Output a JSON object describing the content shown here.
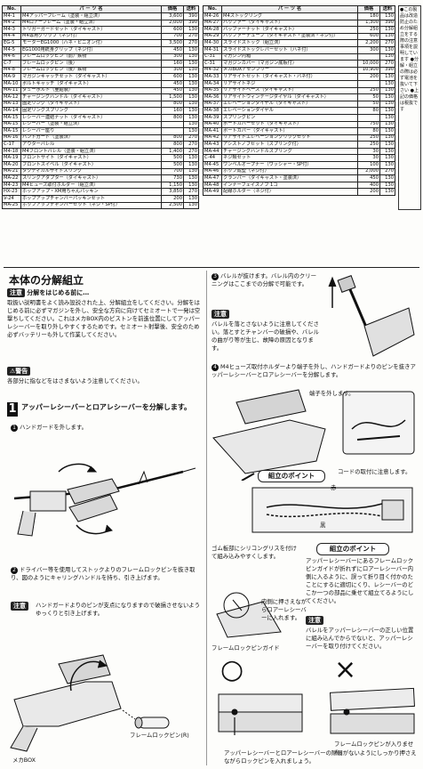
{
  "table_header": {
    "no": "No.",
    "name": "パ ー ツ 名",
    "price": "価格",
    "qty": "送料"
  },
  "parts_left": [
    {
      "no": "M4-1",
      "name": "M4アッパーフレーム（塗装・組立済）",
      "price": "3,600",
      "qty": "390"
    },
    {
      "no": "M4-2",
      "name": "M4ロアーフレーム（塗装・組立済）",
      "price": "2,000",
      "qty": "390"
    },
    {
      "no": "M4-3",
      "name": "トリガーガードセット（ダイキャスト）",
      "price": "600",
      "qty": "130"
    },
    {
      "no": "M4-4",
      "name": "M4専用グリップ（ネジ付）",
      "price": "700",
      "qty": "270"
    },
    {
      "no": "EG-5",
      "name": "モーターEG1000（ハネ・ピニオン付）",
      "price": "3,500",
      "qty": "270"
    },
    {
      "no": "M4-5",
      "name": "EG1000用銃身グリップ（ネジ付）",
      "price": "450",
      "qty": "130"
    },
    {
      "no": "M4-6",
      "name": "フレームロックピン（前）鉄物",
      "price": "300",
      "qty": "130"
    },
    {
      "no": "C-7",
      "name": "フレームロックピン（後）",
      "price": "160",
      "qty": "130"
    },
    {
      "no": "M4-8",
      "name": "フレームロックピン（後）鉄物",
      "price": "300",
      "qty": "130"
    },
    {
      "no": "MA-9",
      "name": "マガジンキャッチセット（ダイキャスト）",
      "price": "600",
      "qty": "130"
    },
    {
      "no": "MA-10",
      "name": "ボルトキャッチ（ダイキャスト）",
      "price": "450",
      "qty": "130"
    },
    {
      "no": "MA-11",
      "name": "ダミーボルト（亜鉛製）",
      "price": "450",
      "qty": "130"
    },
    {
      "no": "MA-12",
      "name": "チャージングハンドル（ダイキャスト）",
      "price": "1,500",
      "qty": "130"
    },
    {
      "no": "MA-13",
      "name": "固定リング（ダイキャスト）",
      "price": "800",
      "qty": "130"
    },
    {
      "no": "MA-14",
      "name": "固定リングスプリング",
      "price": "160",
      "qty": "130"
    },
    {
      "no": "MA-15",
      "name": "レシーバー連結ナット（ダイキャスト）",
      "price": "800",
      "qty": "130"
    },
    {
      "no": "MA-15",
      "name": "レシーバー（塗装・組立済）",
      "price": "",
      "qty": "130"
    },
    {
      "no": "MA-15",
      "name": "レシーバー座り",
      "price": "",
      "qty": "130"
    },
    {
      "no": "MA-16",
      "name": "ハンドガード（塗装済）",
      "price": "800",
      "qty": "270"
    },
    {
      "no": "C-17",
      "name": "アウターバレル",
      "price": "800",
      "qty": "270"
    },
    {
      "no": "M4-18",
      "name": "M4フロントバレル（塗装・組立済）",
      "price": "1,400",
      "qty": "270"
    },
    {
      "no": "MA-19",
      "name": "フロントサイト（ダイキャスト）",
      "price": "500",
      "qty": "130"
    },
    {
      "no": "MA-20",
      "name": "フロントスイベル（ダイキャスト）",
      "price": "500",
      "qty": "130"
    },
    {
      "no": "MA-21",
      "name": "タクティカルサイドスリング",
      "price": "700",
      "qty": "130"
    },
    {
      "no": "MA-22",
      "name": "スリングアダプター（ダイキャスト）",
      "price": "730",
      "qty": "130"
    },
    {
      "no": "M4-23",
      "name": "M4ヒューズ取付ホルダー（組立済）",
      "price": "1,150",
      "qty": "130"
    },
    {
      "no": "HX-23",
      "name": "ホップアップ・XM用ちゃんパッキン",
      "price": "3,850",
      "qty": "270"
    },
    {
      "no": "V-24",
      "name": "ホップアップチャンバーパッキンセット",
      "price": "200",
      "qty": "130"
    },
    {
      "no": "MA-25",
      "name": "ホップアップチャンバーセット（ネジ・SP付）",
      "price": "2,500",
      "qty": "130"
    }
  ],
  "parts_right": [
    {
      "no": "M4-26",
      "name": "M4ストックリング",
      "price": "180",
      "qty": "130"
    },
    {
      "no": "MA-27",
      "name": "バッファー（ダイキャスト）",
      "price": "1,300",
      "qty": "390"
    },
    {
      "no": "MA-28",
      "name": "バッファーナット（ダイキャスト）",
      "price": "250",
      "qty": "130"
    },
    {
      "no": "MA-29",
      "name": "バッファーチューブ（ダイキャスト・塗装済・ネジ付）",
      "price": "600",
      "qty": "130"
    },
    {
      "no": "M4-30",
      "name": "スライドストック（組立済）",
      "price": "2,200",
      "qty": "270"
    },
    {
      "no": "M4-31",
      "name": "スライドストックレバーセット（ハネ付）",
      "price": "300",
      "qty": "130"
    },
    {
      "no": "C-31",
      "name": "マガジン内箱",
      "price": "",
      "qty": "130"
    },
    {
      "no": "C-31",
      "name": "マガジンカバー（マガジン底板付）",
      "price": "10,000",
      "qty": "270"
    },
    {
      "no": "M4-32",
      "name": "メカBOXアセンブリー",
      "price": "10,900",
      "qty": "390"
    },
    {
      "no": "MA-33",
      "name": "リアサイトセット（ダイキャスト・バネ付）",
      "price": "200",
      "qty": "130"
    },
    {
      "no": "MA-34",
      "name": "リアサイトネジ",
      "price": "",
      "qty": "130"
    },
    {
      "no": "MA-35",
      "name": "リアサイトベース（ダイキャスト）",
      "price": "250",
      "qty": "130"
    },
    {
      "no": "MA-36",
      "name": "リアサイトウィンテージダイヤル（ダイキャスト）",
      "price": "50",
      "qty": "130"
    },
    {
      "no": "MA-37",
      "name": "エレベーションダイヤル（ダイキャスト）",
      "price": "50",
      "qty": "130"
    },
    {
      "no": "MA-38",
      "name": "エレベーションダイヤル",
      "price": "80",
      "qty": "130"
    },
    {
      "no": "MA-39",
      "name": "スプリングピン",
      "price": "",
      "qty": "130"
    },
    {
      "no": "MA-40",
      "name": "ボートカバーセット（ダイキャスト）",
      "price": "750",
      "qty": "130"
    },
    {
      "no": "MA-41",
      "name": "ボートカバー（ダイキャスト）",
      "price": "80",
      "qty": "130"
    },
    {
      "no": "MA-42",
      "name": "リアサイトエレベーションクリックセット",
      "price": "250",
      "qty": "130"
    },
    {
      "no": "MA-43",
      "name": "アシストノブセット（スプリング付）",
      "price": "250",
      "qty": "130"
    },
    {
      "no": "MA-44",
      "name": "チャージングハンドルスプリング",
      "price": "30",
      "qty": "130"
    },
    {
      "no": "C-44",
      "name": "ネジ類セット",
      "price": "30",
      "qty": "130"
    },
    {
      "no": "M4-45",
      "name": "ワンベルオープナー（ワッシャー・SP付）",
      "price": "100",
      "qty": "130"
    },
    {
      "no": "MA-46",
      "name": "ホップ成型（ネジ付）",
      "price": "2,000",
      "qty": "270"
    },
    {
      "no": "MA-47",
      "name": "クランパー（ダイキャスト・塗装済）",
      "price": "450",
      "qty": "130"
    },
    {
      "no": "MA-48",
      "name": "インナーフェイスノブ 1コ",
      "price": "400",
      "qty": "130"
    },
    {
      "no": "MA-49",
      "name": "配線ホルダー（ネジ付）",
      "price": "200",
      "qty": "130"
    }
  ],
  "side_note": "●この製品は改造防止のため分解組立をする際の注意事項を説明しています ●分解・組立の際は必ず電池を抜いて下さい ●上記の価格は税抜です",
  "main_title": "本体の分解組立",
  "caution_tag": "注意",
  "caution_head": "分解をはじめる前に…",
  "caution_body": "取扱い説明書をよく読み設説された上、分解組立をしてください。分解をはじめる前に必ずマガジンを外し、安全な方向に向けてセミオートで一発は空撃ちしてください。これはメカBOX内のピストンを前進位置にしてアッパーレシーバーを取り外しやすくするためです。セミオート射撃後、安全のため必ずバッテリーも外して作業してください。",
  "warning_tag": "⚠警告",
  "warning_body": "各部分に指などをはさまないよう注意してください。",
  "step1_num": "1",
  "step1_title": "アッパーレシーバーとロアレシーバーを分解します。",
  "step1_a": "ハンドガードを外します。",
  "step1_b": "ドライバー等を使用してストックよりのフレームロックピンを抜き取り、図のようにキャリングハンドルを持ち、引き上げます。",
  "caution2_body": "ハンドガードよりのピンが支点になりますので破損させないようゆっくりと引き上げます。",
  "label_frame_pin": "フレームロックピン(R)",
  "label_mechabox": "メカBOX",
  "step3_text": "バレルが抜けます。バレル内のクリーニングはここまでの分解で可能です。",
  "caution3_body": "バレルを落とさないように注意してください。落とすとチャンバーの破損や、バレルの曲がり等が生じ、故障の原因となります。",
  "step4_text": "M4ヒューズ取付ホルダーより端子を外し、ハンドガードよりのピンを抜きアッパーレシーバーとロアレシーバーを分解します。",
  "label_wire": "端子を外します。",
  "assembly_point": "組立のポイント",
  "label_cord": "コードの取付に注意します。",
  "label_red": "赤",
  "label_black": "黒",
  "label_rubber": "ゴム板部にシリコングリスを付けて組み込みやすくします。",
  "label_inner": "内側に押さえながらロアーレシーバーに入れます。",
  "label_guide": "フレームロックピンガイド",
  "assembly_point2": "組立のポイント",
  "point2_body": "アッパーレシーバーにあるフレームロックピンガイドが折れずにロアーレシーバー内側に入るように、誤って折り目く付かのたことにするに適切にくり、レシーバーのどこか一つの部品に乗せて組立てるようにしてください。",
  "caution4_body": "バレルをアッパーレシーバーの正しい位置に組み込んでからでないと、アッパーレシーバーを取り付けてください。",
  "mark_ok": "○",
  "mark_ng": "×",
  "label_ng": "フレームロックピンが入りません。",
  "bottom_note": "アッパーレシーバーとロアーレシーバーの隙間がないようにしっかり押さえながらロックピンを入れましょう。"
}
